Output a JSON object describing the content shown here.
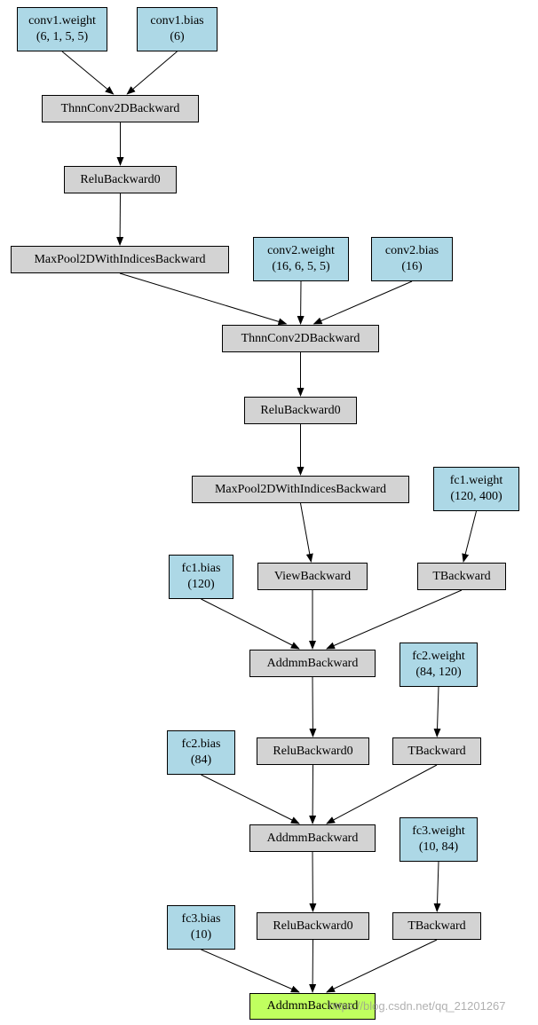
{
  "nodes": {
    "conv1_weight": {
      "name": "conv1.weight",
      "shape": "(6, 1, 5, 5)",
      "fill": "#add8e6"
    },
    "conv1_bias": {
      "name": "conv1.bias",
      "shape": "(6)",
      "fill": "#add8e6"
    },
    "conv1_op": {
      "label": "ThnnConv2DBackward",
      "fill": "#d3d3d3"
    },
    "relu1": {
      "label": "ReluBackward0",
      "fill": "#d3d3d3"
    },
    "maxpool1": {
      "label": "MaxPool2DWithIndicesBackward",
      "fill": "#d3d3d3"
    },
    "conv2_weight": {
      "name": "conv2.weight",
      "shape": "(16, 6, 5, 5)",
      "fill": "#add8e6"
    },
    "conv2_bias": {
      "name": "conv2.bias",
      "shape": "(16)",
      "fill": "#add8e6"
    },
    "conv2_op": {
      "label": "ThnnConv2DBackward",
      "fill": "#d3d3d3"
    },
    "relu2": {
      "label": "ReluBackward0",
      "fill": "#d3d3d3"
    },
    "maxpool2": {
      "label": "MaxPool2DWithIndicesBackward",
      "fill": "#d3d3d3"
    },
    "fc1_weight": {
      "name": "fc1.weight",
      "shape": "(120, 400)",
      "fill": "#add8e6"
    },
    "fc1_bias": {
      "name": "fc1.bias",
      "shape": "(120)",
      "fill": "#add8e6"
    },
    "view": {
      "label": "ViewBackward",
      "fill": "#d3d3d3"
    },
    "t1": {
      "label": "TBackward",
      "fill": "#d3d3d3"
    },
    "addmm1": {
      "label": "AddmmBackward",
      "fill": "#d3d3d3"
    },
    "fc2_weight": {
      "name": "fc2.weight",
      "shape": "(84, 120)",
      "fill": "#add8e6"
    },
    "fc2_bias": {
      "name": "fc2.bias",
      "shape": "(84)",
      "fill": "#add8e6"
    },
    "relu3": {
      "label": "ReluBackward0",
      "fill": "#d3d3d3"
    },
    "t2": {
      "label": "TBackward",
      "fill": "#d3d3d3"
    },
    "addmm2": {
      "label": "AddmmBackward",
      "fill": "#d3d3d3"
    },
    "fc3_weight": {
      "name": "fc3.weight",
      "shape": "(10, 84)",
      "fill": "#add8e6"
    },
    "fc3_bias": {
      "name": "fc3.bias",
      "shape": "(10)",
      "fill": "#add8e6"
    },
    "relu4": {
      "label": "ReluBackward0",
      "fill": "#d3d3d3"
    },
    "t3": {
      "label": "TBackward",
      "fill": "#d3d3d3"
    },
    "addmm_out": {
      "label": "AddmmBackward",
      "fill": "#c0ff5f"
    }
  },
  "edges": [
    [
      "conv1_weight",
      "conv1_op"
    ],
    [
      "conv1_bias",
      "conv1_op"
    ],
    [
      "conv1_op",
      "relu1"
    ],
    [
      "relu1",
      "maxpool1"
    ],
    [
      "maxpool1",
      "conv2_op"
    ],
    [
      "conv2_weight",
      "conv2_op"
    ],
    [
      "conv2_bias",
      "conv2_op"
    ],
    [
      "conv2_op",
      "relu2"
    ],
    [
      "relu2",
      "maxpool2"
    ],
    [
      "maxpool2",
      "view"
    ],
    [
      "fc1_weight",
      "t1"
    ],
    [
      "fc1_bias",
      "addmm1"
    ],
    [
      "view",
      "addmm1"
    ],
    [
      "t1",
      "addmm1"
    ],
    [
      "addmm1",
      "relu3"
    ],
    [
      "fc2_weight",
      "t2"
    ],
    [
      "fc2_bias",
      "addmm2"
    ],
    [
      "relu3",
      "addmm2"
    ],
    [
      "t2",
      "addmm2"
    ],
    [
      "addmm2",
      "relu4"
    ],
    [
      "fc3_weight",
      "t3"
    ],
    [
      "fc3_bias",
      "addmm_out"
    ],
    [
      "relu4",
      "addmm_out"
    ],
    [
      "t3",
      "addmm_out"
    ]
  ],
  "watermark": "https://blog.csdn.net/qq_21201267"
}
